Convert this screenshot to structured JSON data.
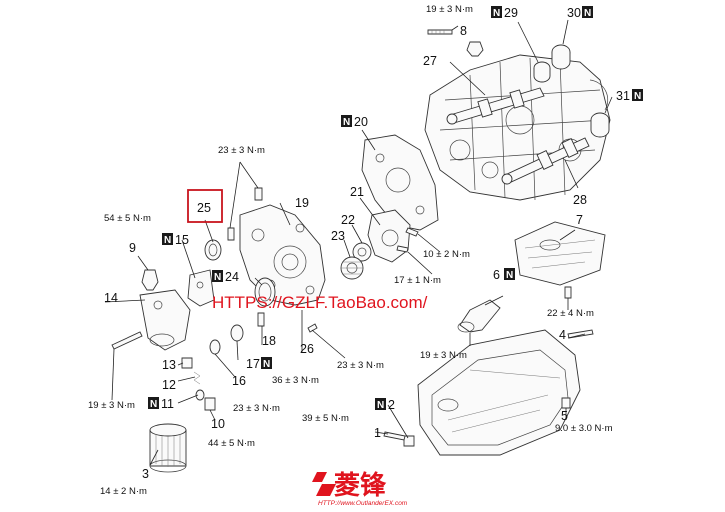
{
  "torques": {
    "t_top_8": "19 ± 3 N·m",
    "t_cover_bolts": "23 ± 3 N·m",
    "t_9": "54 ± 5 N·m",
    "t_22a": "10 ± 2 N·m",
    "t_17b": "17 ± 1 N·m",
    "t_22b": "22 ± 4 N·m",
    "t_6": "19 ± 3 N·m",
    "t_26": "23 ± 3 N·m",
    "t_18": "36 ± 3 N·m",
    "t_14": "19 ± 3 N·m",
    "t_16": "23 ± 3 N·m",
    "t_10": "44 ± 5 N·m",
    "t_1": "39 ± 5 N·m",
    "t_5": "9.0 ± 3.0 N·m",
    "t_3": "14 ± 2 N·m"
  },
  "parts": {
    "p1": "1",
    "p2": "2",
    "p3": "3",
    "p4": "4",
    "p5": "5",
    "p6": "6",
    "p7": "7",
    "p8": "8",
    "p9": "9",
    "p10": "10",
    "p11": "11",
    "p12": "12",
    "p13": "13",
    "p14": "14",
    "p15": "15",
    "p16": "16",
    "p17": "17",
    "p18": "18",
    "p19": "19",
    "p20": "20",
    "p21": "21",
    "p22": "22",
    "p23": "23",
    "p24": "24",
    "p25": "25",
    "p26": "26",
    "p27": "27",
    "p28": "28",
    "p29": "29",
    "p30": "30",
    "p31": "31"
  },
  "badge": {
    "letter": "N"
  },
  "watermark": {
    "url": "HTTPS://GZLF.TaoBao.com/",
    "brand": "菱锋",
    "brand_url": "HTTP://www.OutlanderEX.com"
  },
  "colors": {
    "watermark": "#e0141e",
    "highlight_box": "#c8141e",
    "ink": "#111111"
  }
}
